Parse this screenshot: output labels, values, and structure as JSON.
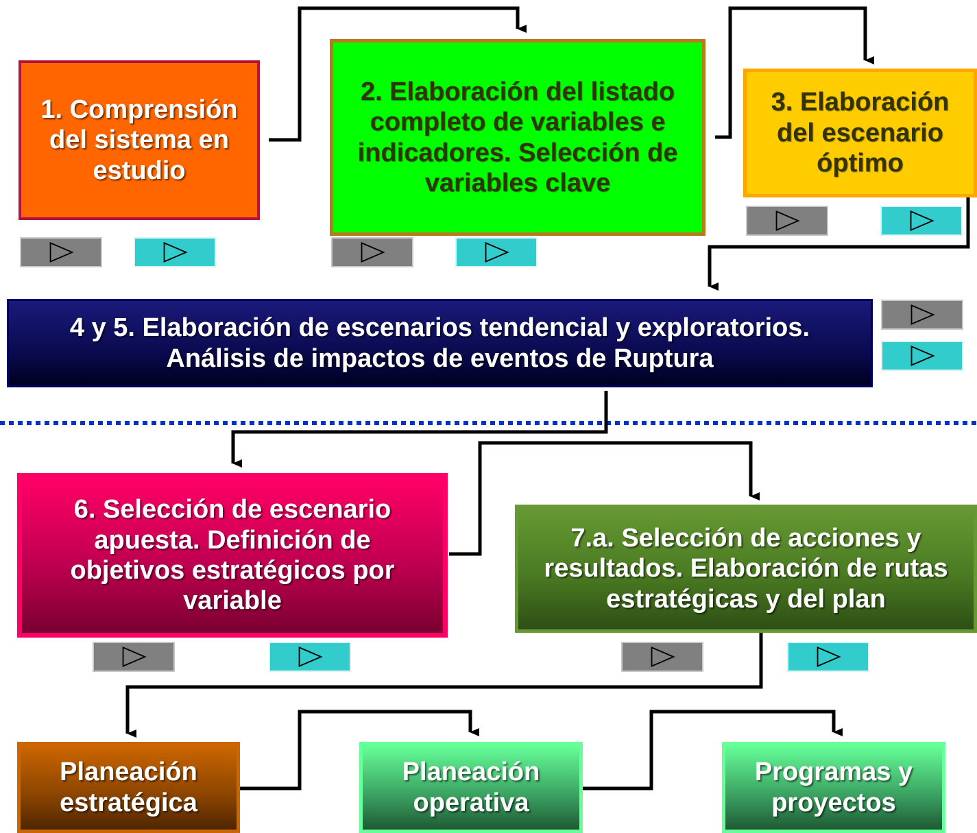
{
  "steps": {
    "s1": "1. Comprensión del sistema en estudio",
    "s2": "2. Elaboración del listado completo de variables e indicadores. Selección de variables clave",
    "s3": "3. Elaboración del escenario óptimo",
    "s45": "4 y 5. Elaboración de escenarios tendencial y exploratorios. Análisis de impactos de eventos de Ruptura",
    "s6": "6. Selección de escenario apuesta. Definición de objetivos estratégicos por variable",
    "s7a": "7.a. Selección de acciones y resultados. Elaboración de rutas estratégicas y del plan",
    "pe": "Planeación estratégica",
    "po": "Planeación operativa",
    "pp": "Programas y proyectos"
  },
  "nav_icons": [
    "play-triangle-icon",
    "play-triangle-icon"
  ],
  "colors": {
    "s1": "#ff6600",
    "s2": "#00ff00",
    "s3": "#ffcc00",
    "s45": "#000080",
    "s6": "#ff0066",
    "s7a": "#669933",
    "pe": "#cc6600",
    "po": "#66ff99",
    "pp": "#66ff99",
    "nav_gray": "#808080",
    "nav_teal": "#33cccc",
    "divider": "#0033cc"
  }
}
